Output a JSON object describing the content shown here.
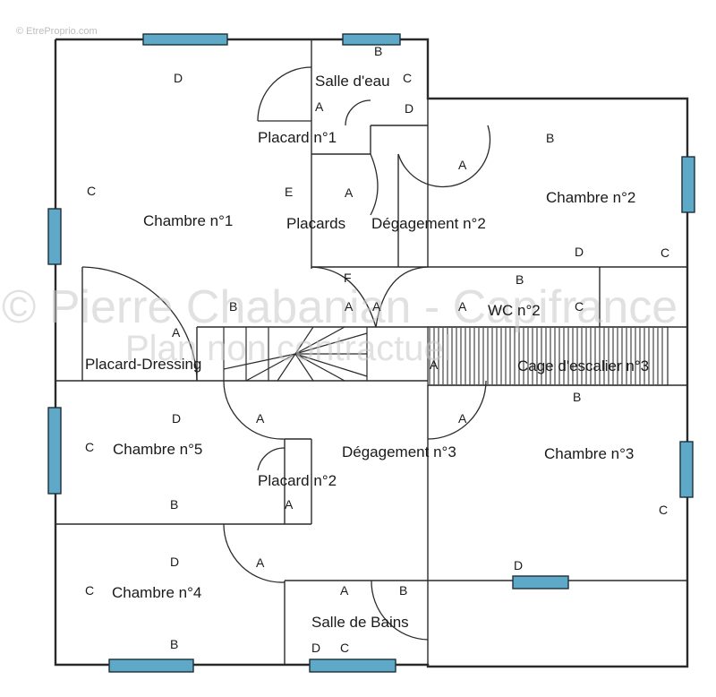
{
  "site_watermark": "© EtreProprio.com",
  "watermark": {
    "line1": "© Pierre Chabanian - Capifrance",
    "line2": "Plan non contractuel"
  },
  "rooms": {
    "salle_eau": "Salle d'eau",
    "placard_1": "Placard n°1",
    "chambre_1": "Chambre n°1",
    "placards": "Placards",
    "degagement_2": "Dégagement n°2",
    "chambre_2": "Chambre n°2",
    "wc_2": "WC n°2",
    "placard_dressing": "Placard-Dressing",
    "cage_escalier_3": "Cage d'escalier n°3",
    "chambre_5": "Chambre n°5",
    "degagement_3": "Dégagement n°3",
    "chambre_3": "Chambre n°3",
    "placard_2": "Placard n°2",
    "chambre_4": "Chambre n°4",
    "salle_de_bains": "Salle de Bains"
  },
  "wall_letters": {
    "l01": "D",
    "l02": "B",
    "l03": "C",
    "l04": "A",
    "l05": "D",
    "l06": "B",
    "l07": "A",
    "l08": "C",
    "l09": "E",
    "l10": "A",
    "l11": "D",
    "l12": "C",
    "l13": "F",
    "l14": "B",
    "l15": "A",
    "l16": "A",
    "l17": "A",
    "l18": "B",
    "l19": "C",
    "l20": "A",
    "l21": "A",
    "l22": "D",
    "l23": "A",
    "l24": "A",
    "l25": "B",
    "l26": "C",
    "l27": "B",
    "l28": "A",
    "l29": "C",
    "l30": "D",
    "l31": "D",
    "l32": "A",
    "l33": "C",
    "l34": "A",
    "l35": "B",
    "l36": "B",
    "l37": "D",
    "l38": "C"
  }
}
